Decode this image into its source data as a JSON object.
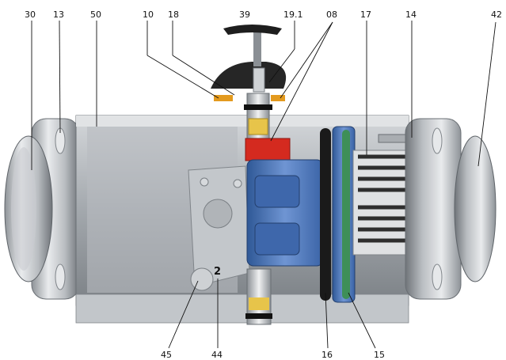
{
  "labels": {
    "l30": "30",
    "l13": "13",
    "l50": "50",
    "l10": "10",
    "l18": "18",
    "l39": "39",
    "l19_1": "19.1",
    "l08": "08",
    "l17": "17",
    "l14": "14",
    "l42": "42",
    "l45": "45",
    "l44": "44",
    "l16": "16",
    "l15": "15",
    "stamp": "2"
  },
  "colors": {
    "body_gray": "#a9adb1",
    "piston_blue": "#4a73b8",
    "red_block": "#d42a1f",
    "orange_ring": "#e39a1e",
    "green_seal": "#3e8f58",
    "spring": "#2e2e2e",
    "knob": "#262626"
  }
}
